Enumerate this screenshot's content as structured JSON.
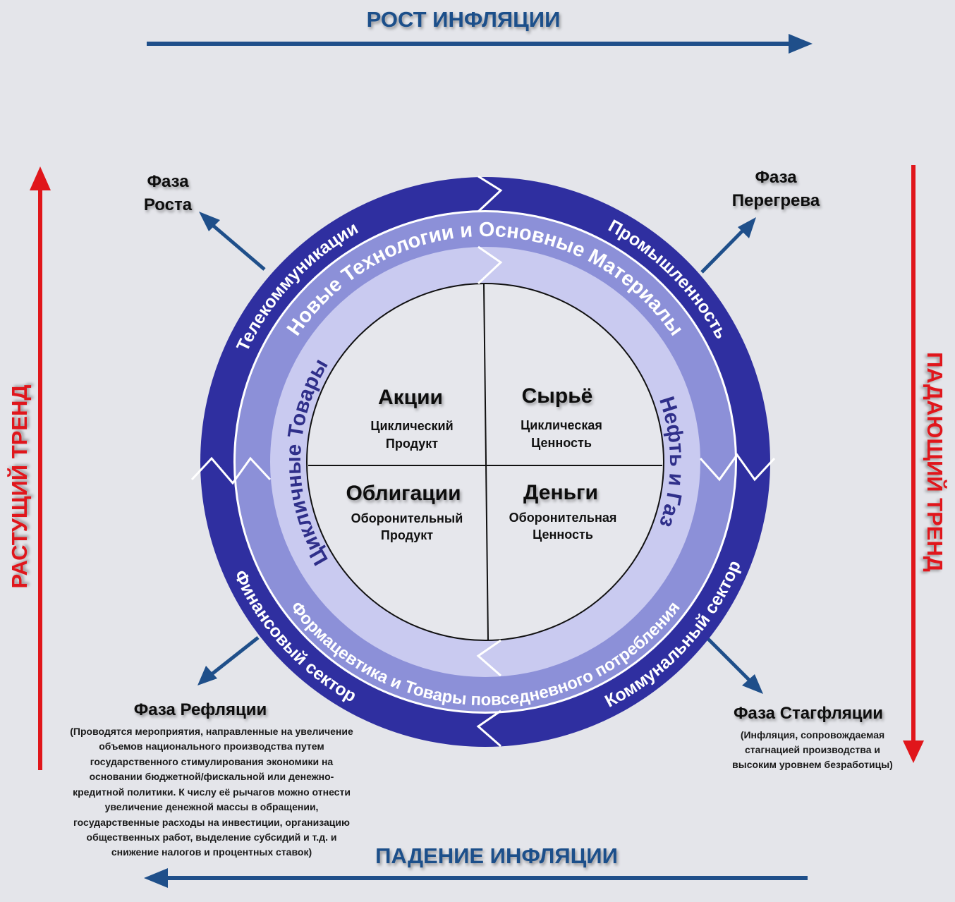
{
  "top_axis": {
    "label": "РОСТ ИНФЛЯЦИИ"
  },
  "bottom_axis": {
    "label": "ПАДЕНИЕ ИНФЛЯЦИИ"
  },
  "left_axis": {
    "label": "РАСТУЩИЙ ТРЕНД"
  },
  "right_axis": {
    "label": "ПАДАЮЩИЙ ТРЕНД"
  },
  "phases": {
    "growth": {
      "line1": "Фаза",
      "line2": "Роста"
    },
    "overheat": {
      "line1": "Фаза",
      "line2": "Перегрева"
    },
    "reflation": {
      "title": "Фаза Рефляции",
      "description": [
        "(Проводятся мероприятия, направленные на увеличение",
        "объемов национального производства путем",
        "государственного стимулирования экономики на",
        "основании бюджетной/фискальной или денежно-",
        "кредитной политики. К числу её рычагов можно отнести",
        "увеличение денежной массы в обращении,",
        "государственные расходы на инвестиции, организацию",
        "общественных работ, выделение субсидий и т.д. и",
        "снижение налогов и процентных ставок)"
      ]
    },
    "stagflation": {
      "title": "Фаза Стагфляции",
      "description": [
        "(Инфляция, сопровождаемая",
        "стагнацией производства и",
        "высоким уровнем безработицы)"
      ]
    }
  },
  "outer_ring": {
    "telecom": "Телекоммуникации",
    "industry": "Промышленность",
    "utilities": "Коммунальный сектор",
    "financial": "Финансовый сектор"
  },
  "middle_ring": {
    "tech": "Новые Технологии и Основные Материалы",
    "pharma": "Формацевтика и Товары повседневного потребления"
  },
  "inner_ring": {
    "cyclical": "Цикличные Товары",
    "oil_gas": "Нефть и Газ"
  },
  "quadrants": {
    "stocks": {
      "title": "Акции",
      "line1": "Циклический",
      "line2": "Продукт"
    },
    "commodities": {
      "title": "Сырьё",
      "line1": "Циклическая",
      "line2": "Ценность"
    },
    "bonds": {
      "title": "Облигации",
      "line1": "Оборонительный",
      "line2": "Продукт"
    },
    "money": {
      "title": "Деньги",
      "line1": "Оборонительная",
      "line2": "Ценность"
    }
  },
  "colors": {
    "axis_blue": "#1f4f8a",
    "trend_red": "#e0161b",
    "outer_ring": "#2f2fa0",
    "middle_ring": "#8c90d8",
    "inner_ring": "#c9caf0",
    "center": "#e6e7ec"
  }
}
